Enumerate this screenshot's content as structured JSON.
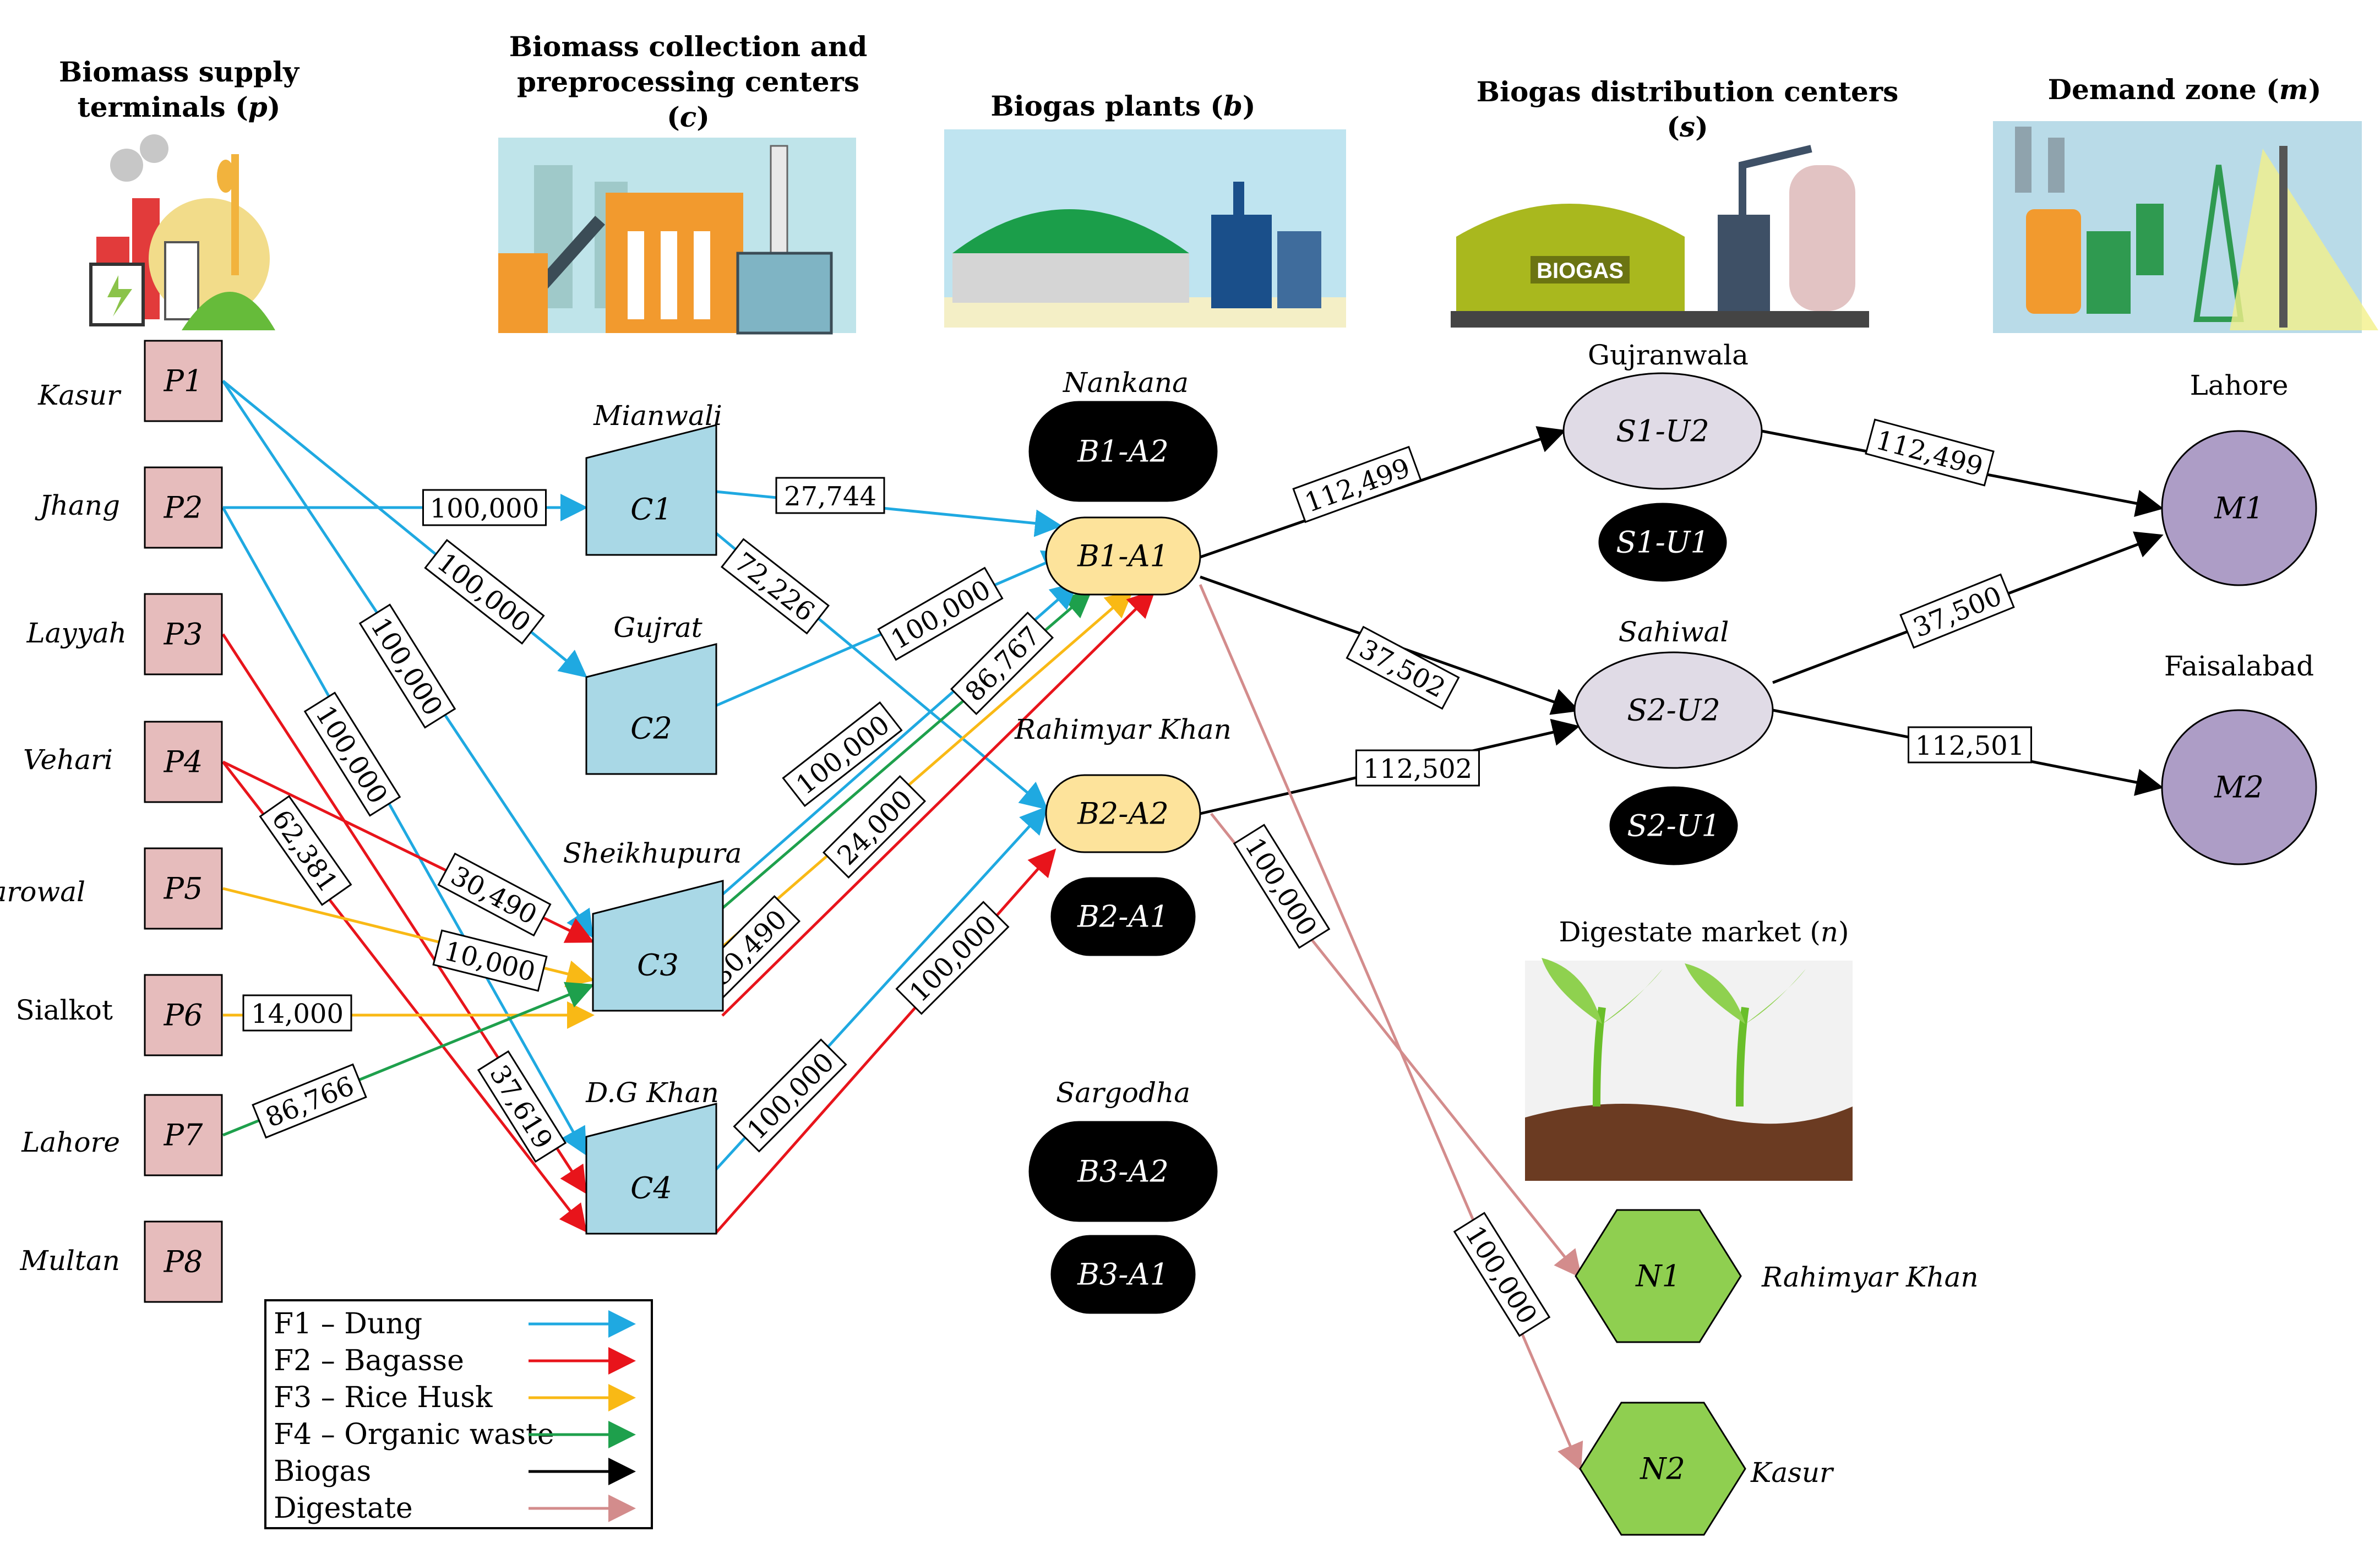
{
  "headers": {
    "supply_a": "Biomass supply",
    "supply_b_prefix": "terminals (",
    "supply_b_var": "p",
    "supply_b_suffix": ")",
    "collect_a": "Biomass collection and",
    "collect_b": "preprocessing centers",
    "collect_c_prefix": "(",
    "collect_c_var": "c",
    "collect_c_suffix": ")",
    "plants_prefix": "Biogas plants (",
    "plants_var": "b",
    "plants_suffix": ")",
    "dist_a": "Biogas distribution centers",
    "dist_b_prefix": "(",
    "dist_b_var": "s",
    "dist_b_suffix": ")",
    "demand_prefix": "Demand zone (",
    "demand_var": "m",
    "demand_suffix": ")",
    "digestate_prefix": "Digestate market (",
    "digestate_var": "n",
    "digestate_suffix": ")"
  },
  "image_labels": {
    "biogas_tank": "BIOGAS"
  },
  "supply": [
    {
      "id": "P1",
      "city": "Kasur"
    },
    {
      "id": "P2",
      "city": "Jhang"
    },
    {
      "id": "P3",
      "city": "Layyah"
    },
    {
      "id": "P4",
      "city": "Vehari"
    },
    {
      "id": "P5",
      "city": "Narowal"
    },
    {
      "id": "P6",
      "city": "Sialkot"
    },
    {
      "id": "P7",
      "city": "Lahore"
    },
    {
      "id": "P8",
      "city": "Multan"
    }
  ],
  "collection": [
    {
      "id": "C1",
      "city": "Mianwali"
    },
    {
      "id": "C2",
      "city": "Gujrat"
    },
    {
      "id": "C3",
      "city": "Sheikhupura"
    },
    {
      "id": "C4",
      "city": "D.G Khan"
    }
  ],
  "plants": [
    {
      "id": "B1-A2",
      "style": "closed"
    },
    {
      "id": "B1-A1",
      "style": "open"
    },
    {
      "id": "B2-A2",
      "style": "open"
    },
    {
      "id": "B2-A1",
      "style": "closed"
    },
    {
      "id": "B3-A2",
      "style": "closed"
    },
    {
      "id": "B3-A1",
      "style": "closed"
    }
  ],
  "plant_cities": {
    "b1": "Nankana",
    "b2": "Rahimyar Khan",
    "b3": "Sargodha"
  },
  "distribution": [
    {
      "id": "S1-U2",
      "style": "open"
    },
    {
      "id": "S1-U1",
      "style": "closed"
    },
    {
      "id": "S2-U2",
      "style": "open"
    },
    {
      "id": "S2-U1",
      "style": "closed"
    }
  ],
  "distribution_cities": {
    "s1": "Gujranwala",
    "s2": "Sahiwal"
  },
  "demand": [
    {
      "id": "M1",
      "city": "Lahore"
    },
    {
      "id": "M2",
      "city": "Faisalabad"
    }
  ],
  "digestate": [
    {
      "id": "N1",
      "city": "Rahimyar Khan"
    },
    {
      "id": "N2",
      "city": "Kasur"
    }
  ],
  "flows": [
    {
      "from": "P2",
      "to": "C1",
      "type": "F1",
      "value": "100,000"
    },
    {
      "from": "P1",
      "to": "C2",
      "type": "F1",
      "value": "100,000"
    },
    {
      "from": "P1",
      "to": "C3",
      "type": "F1",
      "value": "100,000"
    },
    {
      "from": "P2",
      "to": "C4",
      "type": "F1",
      "value": "100,000"
    },
    {
      "from": "P3",
      "to": "C4",
      "type": "F2",
      "value": "37,619"
    },
    {
      "from": "P4",
      "to": "C3",
      "type": "F2",
      "value": "30,490"
    },
    {
      "from": "P4",
      "to": "C4",
      "type": "F2",
      "value": "62,381"
    },
    {
      "from": "P5",
      "to": "C3",
      "type": "F3",
      "value": "10,000"
    },
    {
      "from": "P6",
      "to": "C3",
      "type": "F3",
      "value": "14,000"
    },
    {
      "from": "P7",
      "to": "C3",
      "type": "F4",
      "value": "86,766"
    },
    {
      "from": "C1",
      "to": "B1-A1",
      "type": "F1",
      "value": "27,744"
    },
    {
      "from": "C1",
      "to": "B2-A2",
      "type": "F1",
      "value": "72,226"
    },
    {
      "from": "C2",
      "to": "B1-A1",
      "type": "F1",
      "value": "100,000"
    },
    {
      "from": "C3",
      "to": "B1-A1",
      "type": "F4",
      "value": "86,767"
    },
    {
      "from": "C3",
      "to": "B1-A1",
      "type": "F1",
      "value": "100,000"
    },
    {
      "from": "C3",
      "to": "B1-A1",
      "type": "F3",
      "value": "24,000"
    },
    {
      "from": "C3",
      "to": "B1-A1",
      "type": "F2",
      "value": "30,490"
    },
    {
      "from": "C4",
      "to": "B2-A2",
      "type": "F1",
      "value": "100,000"
    },
    {
      "from": "C4",
      "to": "B2-A2",
      "type": "F2",
      "value": "100,000"
    },
    {
      "from": "B1-A1",
      "to": "S1-U2",
      "type": "Biogas",
      "value": "112,499"
    },
    {
      "from": "B1-A1",
      "to": "S2-U2",
      "type": "Biogas",
      "value": "37,502"
    },
    {
      "from": "B2-A2",
      "to": "S2-U2",
      "type": "Biogas",
      "value": "112,502"
    },
    {
      "from": "S1-U2",
      "to": "M1",
      "type": "Biogas",
      "value": "112,499"
    },
    {
      "from": "S2-U2",
      "to": "M1",
      "type": "Biogas",
      "value": "37,500"
    },
    {
      "from": "S2-U2",
      "to": "M2",
      "type": "Biogas",
      "value": "112,501"
    },
    {
      "from": "B2-A2",
      "to": "N1",
      "type": "Digestate",
      "value": "100,000"
    },
    {
      "from": "B1-A1",
      "to": "N2",
      "type": "Digestate",
      "value": "100,000"
    }
  ],
  "legend": [
    {
      "key": "F1",
      "label": "F1 – Dung",
      "color": "#1fa9e1"
    },
    {
      "key": "F2",
      "label": "F2 – Bagasse",
      "color": "#e8141b"
    },
    {
      "key": "F3",
      "label": "F3 – Rice Husk",
      "color": "#f9b915"
    },
    {
      "key": "F4",
      "label": "F4 – Organic waste",
      "color": "#1ea04c"
    },
    {
      "key": "Biogas",
      "label": "Biogas",
      "color": "#000000"
    },
    {
      "key": "Digestate",
      "label": "Digestate",
      "color": "#d38c8c"
    }
  ],
  "colors": {
    "supply_fill": "#e6bcbc",
    "collection_fill": "#a9d8e6",
    "plant_open_fill": "#fde39b",
    "dist_open_fill": "#e0dbe6",
    "demand_fill": "#ad9dc6",
    "digestate_fill": "#8fcf50",
    "closed_fill": "#000000"
  }
}
